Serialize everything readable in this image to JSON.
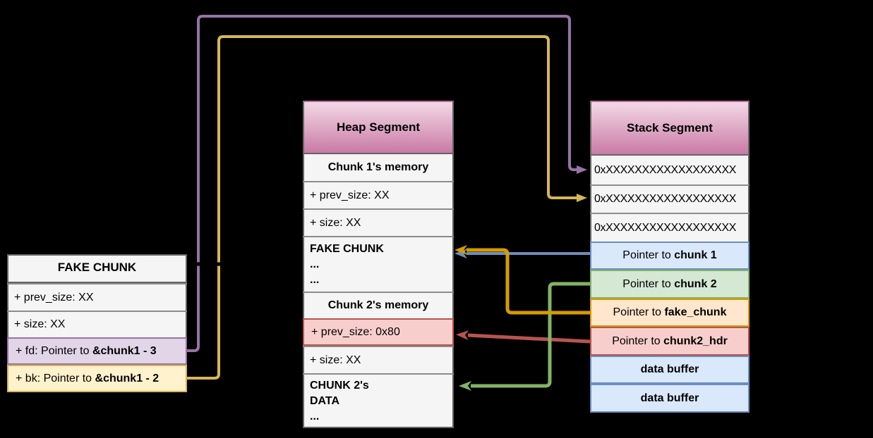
{
  "colors": {
    "purple": "#9673a6",
    "yellow": "#d6b656",
    "blue": "#6c8ebf",
    "green": "#82b366",
    "orange": "#d79b00",
    "red": "#b85450",
    "black_link": "#000000",
    "header_gradient_top": "#f3d9e6",
    "header_gradient_bottom": "#c97aa6",
    "default_cell_bg": "#f5f5f5",
    "table_border": "#666666"
  },
  "fake_chunk_table": {
    "title": "FAKE CHUNK",
    "rows": [
      {
        "text": "+ prev_size: XX"
      },
      {
        "text": "+ size: XX"
      },
      {
        "prefix": "+ fd: Pointer to ",
        "bold": "&chunk1 - 3"
      },
      {
        "prefix": "+ bk: Pointer to ",
        "bold": "&chunk1 - 2"
      }
    ]
  },
  "heap_table": {
    "title": "Heap Segment",
    "rows": [
      {
        "text": "Chunk 1's memory"
      },
      {
        "text": "+ prev_size: XX"
      },
      {
        "text": "+ size: XX"
      },
      {
        "text": "FAKE CHUNK\n...\n..."
      },
      {
        "text": "Chunk 2's memory"
      },
      {
        "text": "+ prev_size: 0x80"
      },
      {
        "text": "+ size: XX"
      },
      {
        "text": "CHUNK 2's\nDATA\n..."
      }
    ]
  },
  "stack_table": {
    "title": "Stack Segment",
    "rows": [
      {
        "text": "0xXXXXXXXXXXXXXXXXXX"
      },
      {
        "text": "0xXXXXXXXXXXXXXXXXXX"
      },
      {
        "text": "0xXXXXXXXXXXXXXXXXXX"
      },
      {
        "prefix": "Pointer to ",
        "bold": "chunk 1"
      },
      {
        "prefix": "Pointer to ",
        "bold": "chunk 2"
      },
      {
        "prefix": "Pointer to ",
        "bold": "fake_chunk"
      },
      {
        "prefix": "Pointer to ",
        "bold": "chunk2_hdr"
      },
      {
        "text": "data buffer"
      },
      {
        "text": "data buffer"
      }
    ]
  },
  "arrows": [
    {
      "name": "fd-to-stack-slot1",
      "color": "#9673a6"
    },
    {
      "name": "bk-to-stack-slot2",
      "color": "#d6b656"
    },
    {
      "name": "fake-chunk-hidden-link",
      "color": "#000000"
    },
    {
      "name": "pointer-chunk1-to-fake-chunk",
      "color": "#6c8ebf"
    },
    {
      "name": "pointer-chunk2hdr-to-prev-size",
      "color": "#b85450"
    },
    {
      "name": "pointer-chunk2-to-chunk2-data",
      "color": "#82b366"
    },
    {
      "name": "pointer-fake-chunk-to-fake-chunk",
      "color": "#d79b00"
    }
  ]
}
